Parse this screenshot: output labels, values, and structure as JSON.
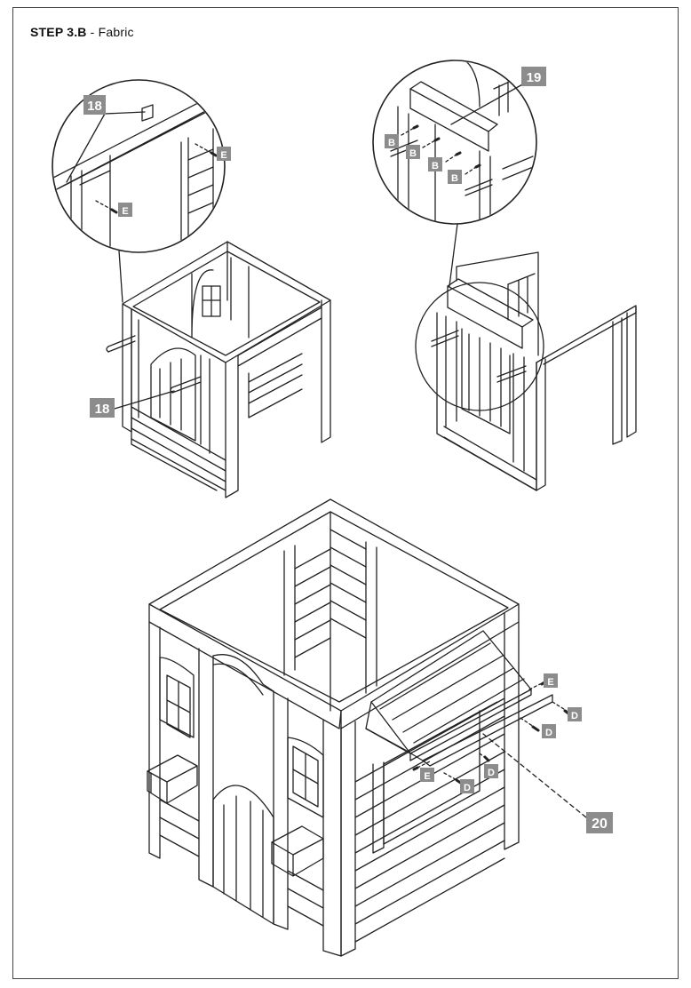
{
  "header": {
    "step": "STEP 3.B",
    "separator": " - ",
    "title": "Fabric"
  },
  "callouts": {
    "part_18_top": "18",
    "part_18_bottom": "18",
    "part_19": "19",
    "part_20": "20",
    "fastener_B": "B",
    "fastener_D": "D",
    "fastener_E": "E"
  },
  "colors": {
    "line": "#222222",
    "tag_fill": "#8c8c8c",
    "tag_text": "#ffffff",
    "background": "#ffffff"
  }
}
